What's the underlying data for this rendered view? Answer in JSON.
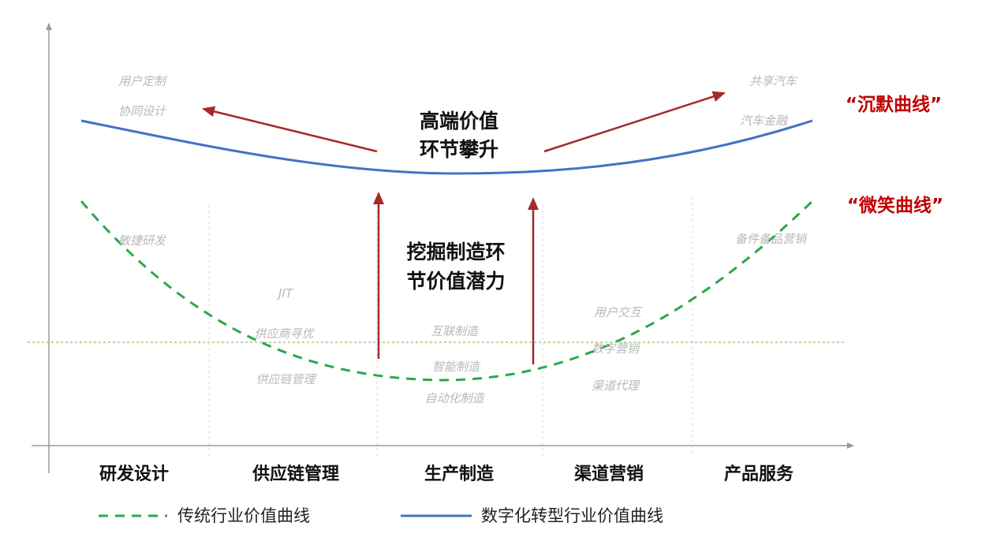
{
  "colors": {
    "traditional": "#2aa84e",
    "digital": "#4472c4",
    "arrow": "#a52a2a",
    "label": "#c00000",
    "note": "#b8b8b8",
    "axis": "#9a9a9a"
  },
  "stages": [
    "研发设计",
    "供应链管理",
    "生产制造",
    "渠道营销",
    "产品服务"
  ],
  "center": {
    "top": [
      "高端价值",
      "环节攀升"
    ],
    "bottom": [
      "挖掘制造环",
      "节价值潜力"
    ]
  },
  "curve_labels": {
    "silent": "“沉默曲线”",
    "smile": "“微笑曲线”"
  },
  "notes": {
    "custom": "用户定制",
    "co_design": "协同设计",
    "sharing": "共享汽车",
    "finance": "汽车金融",
    "agile": "敏捷研发",
    "spare": "备件备品营销",
    "jit": "JIT",
    "supplier": "供应商寻优",
    "scm": "供应链管理",
    "iot_mfg": "互联制造",
    "smart_mfg": "智能制造",
    "auto_mfg": "自动化制造",
    "interaction": "用户交互",
    "digital_mkt": "数字营销",
    "channel": "渠道代理"
  },
  "legend": {
    "traditional": "传统行业价值曲线",
    "digital": "数字化转型行业价值曲线"
  }
}
